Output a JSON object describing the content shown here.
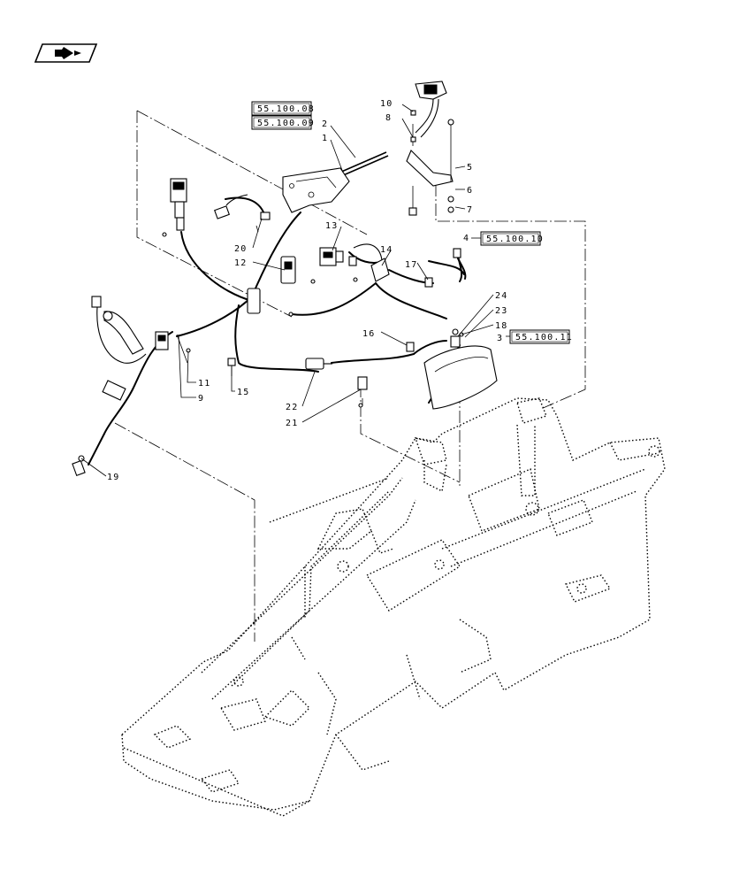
{
  "nav_icon": {
    "name": "next-page-arrow-icon"
  },
  "reference_boxes": [
    {
      "id": "ref-55-100-08",
      "text": "55.100.08"
    },
    {
      "id": "ref-55-100-09",
      "text": "55.100.09"
    },
    {
      "id": "ref-55-100-10",
      "text": "55.100.10"
    },
    {
      "id": "ref-55-100-11",
      "text": "55.100.11"
    }
  ],
  "callouts": {
    "c1": "1",
    "c2": "2",
    "c3": "3",
    "c4": "4",
    "c5": "5",
    "c6": "6",
    "c7": "7",
    "c8": "8",
    "c9": "9",
    "c10": "10",
    "c11": "11",
    "c12": "12",
    "c13": "13",
    "c14": "14",
    "c15": "15",
    "c16": "16",
    "c17": "17",
    "c18": "18",
    "c19": "19",
    "c20": "20",
    "c21": "21",
    "c22": "22",
    "c23": "23",
    "c24": "24"
  }
}
